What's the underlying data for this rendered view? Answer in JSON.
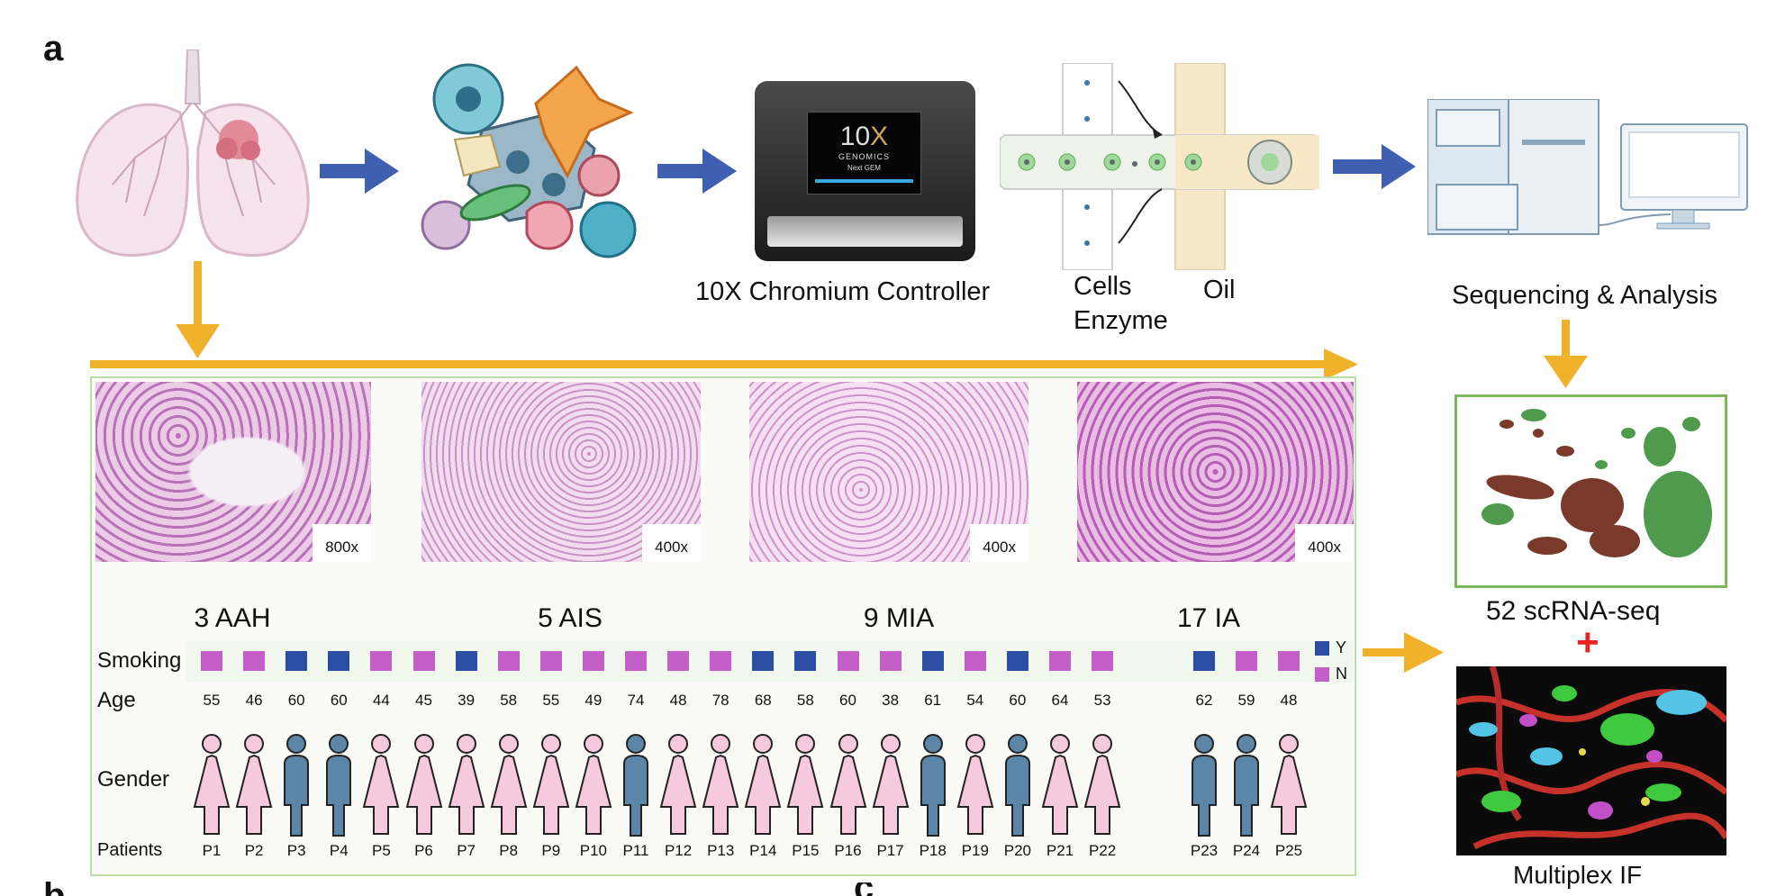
{
  "figure": {
    "panel_letter": "a",
    "workflow": {
      "controller_label": "10X Chromium Controller",
      "controller_screen": {
        "logo_top": "10",
        "logo_x": "X",
        "brand": "GENOMICS",
        "sub": "Next GEM"
      },
      "cells_label": "Cells",
      "enzyme_label": "Enzyme",
      "oil_label": "Oil",
      "sequencing_label": "Sequencing & Analysis"
    },
    "histology": [
      {
        "group": "3 AAH",
        "magnification": "800x"
      },
      {
        "group": "5 AIS",
        "magnification": "400x"
      },
      {
        "group": "9 MIA",
        "magnification": "400x"
      },
      {
        "group": "17 IA",
        "magnification": "400x"
      }
    ],
    "row_labels": {
      "smoking": "Smoking",
      "age": "Age",
      "gender": "Gender",
      "patients": "Patients"
    },
    "legend": [
      {
        "label": "Y",
        "color": "#2d4fa3"
      },
      {
        "label": "N",
        "color": "#c45fc8"
      }
    ],
    "colors": {
      "smoker": "#2d4fa3",
      "non_smoker": "#c45fc8",
      "male": "#5b86a8",
      "female": "#f7c9dd",
      "arrow_blue": "#3f5fb0",
      "arrow_orange": "#f0b12b",
      "plus_red": "#e52521"
    },
    "patients": [
      {
        "id": "P1",
        "age": "55",
        "smoking": "N",
        "gender": "F"
      },
      {
        "id": "P2",
        "age": "46",
        "smoking": "N",
        "gender": "F"
      },
      {
        "id": "P3",
        "age": "60",
        "smoking": "Y",
        "gender": "M"
      },
      {
        "id": "P4",
        "age": "60",
        "smoking": "Y",
        "gender": "M"
      },
      {
        "id": "P5",
        "age": "44",
        "smoking": "N",
        "gender": "F"
      },
      {
        "id": "P6",
        "age": "45",
        "smoking": "N",
        "gender": "F"
      },
      {
        "id": "P7",
        "age": "39",
        "smoking": "Y",
        "gender": "F"
      },
      {
        "id": "P8",
        "age": "58",
        "smoking": "N",
        "gender": "F"
      },
      {
        "id": "P9",
        "age": "55",
        "smoking": "N",
        "gender": "F"
      },
      {
        "id": "P10",
        "age": "49",
        "smoking": "N",
        "gender": "F"
      },
      {
        "id": "P11",
        "age": "74",
        "smoking": "N",
        "gender": "M"
      },
      {
        "id": "P12",
        "age": "48",
        "smoking": "N",
        "gender": "F"
      },
      {
        "id": "P13",
        "age": "78",
        "smoking": "N",
        "gender": "F"
      },
      {
        "id": "P14",
        "age": "68",
        "smoking": "Y",
        "gender": "F"
      },
      {
        "id": "P15",
        "age": "58",
        "smoking": "Y",
        "gender": "F"
      },
      {
        "id": "P16",
        "age": "60",
        "smoking": "N",
        "gender": "F"
      },
      {
        "id": "P17",
        "age": "38",
        "smoking": "N",
        "gender": "F"
      },
      {
        "id": "P18",
        "age": "61",
        "smoking": "Y",
        "gender": "M"
      },
      {
        "id": "P19",
        "age": "54",
        "smoking": "N",
        "gender": "F"
      },
      {
        "id": "P20",
        "age": "60",
        "smoking": "Y",
        "gender": "M"
      },
      {
        "id": "P21",
        "age": "64",
        "smoking": "N",
        "gender": "F"
      },
      {
        "id": "P22",
        "age": "53",
        "smoking": "N",
        "gender": "F"
      },
      {
        "id": "P23",
        "age": "62",
        "smoking": "Y",
        "gender": "M"
      },
      {
        "id": "P24",
        "age": "59",
        "smoking": "N",
        "gender": "M"
      },
      {
        "id": "P25",
        "age": "48",
        "smoking": "N",
        "gender": "F"
      }
    ],
    "outputs": {
      "scrna_label": "52 scRNA-seq",
      "plus": "+",
      "mif_label": "Multiplex IF"
    },
    "bottom_letters": {
      "b": "b",
      "c": "c"
    }
  }
}
